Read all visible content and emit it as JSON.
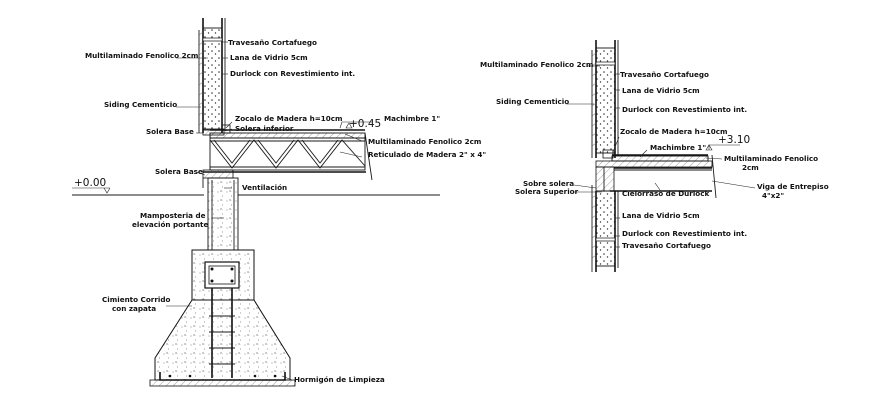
{
  "left_detail": {
    "labels": {
      "travesano": "Travesaño Cortafuego",
      "multilaminado_top": "Multilaminado Fenolico 2cm",
      "lana": "Lana de Vidrio 5cm",
      "durlock": "Durlock con Revestimiento int.",
      "siding": "Siding Cementicio",
      "zocalo": "Zocalo de Madera h=10cm",
      "machimbre": "Machimbre 1\"",
      "solera_inferior": "Solera inferior",
      "solera_base_1": "Solera Base",
      "multilaminado_mid": "Multilaminado Fenolico 2cm",
      "reticulado": "Reticulado de Madera 2\" x 4\"",
      "solera_base_2": "Solera Base",
      "ventilacion": "Ventilación",
      "mamposteria_1": "Mamposteria de",
      "mamposteria_2": "elevación portante",
      "cimiento_1": "Cimiento Corrido",
      "cimiento_2": "con zapata",
      "hormigon": "Hormigón de Limpieza"
    },
    "levels": {
      "floor": "+0.45",
      "ground": "+0.00"
    }
  },
  "right_detail": {
    "labels": {
      "multilaminado_top": "Multilaminado Fenolico 2cm",
      "travesano_top": "Travesaño Cortafuego",
      "lana_top": "Lana de Vidrio 5cm",
      "siding": "Siding Cementicio",
      "durlock_top": "Durlock con Revestimiento int.",
      "zocalo": "Zocalo de Madera h=10cm",
      "machimbre": "Machimbre 1\"",
      "multilaminado_mid_1": "Multilaminado Fenolico",
      "multilaminado_mid_2": "2cm",
      "sobre_solera": "Sobre solera",
      "solera_superior": "Solera Superior",
      "cielorraso": "Cielorraso de Durlock",
      "viga_1": "Viga de Entrepiso",
      "viga_2": "4\"x2\"",
      "lana_bottom": "Lana de Vidrio 5cm",
      "durlock_bottom": "Durlock con Revestimiento int.",
      "travesano_bottom": "Travesaño Cortafuego"
    },
    "levels": {
      "floor": "+3.10"
    }
  }
}
